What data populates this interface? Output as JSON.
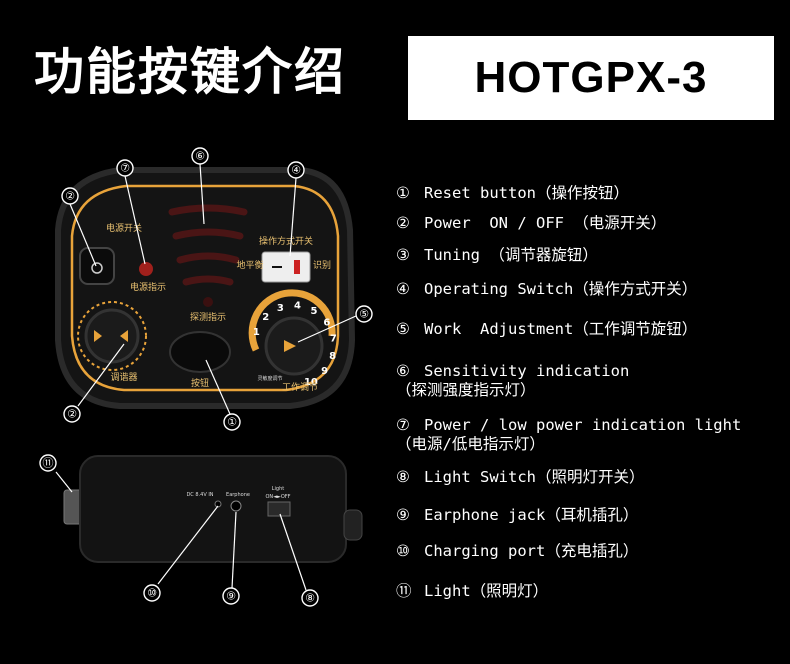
{
  "header": {
    "title": "功能按键介绍",
    "model": "HOTGPX-3"
  },
  "legend": [
    {
      "num": "①",
      "text": "Reset button（操作按钮）"
    },
    {
      "num": "②",
      "text": "Power  ON / OFF （电源开关）"
    },
    {
      "num": "③",
      "text": "Tuning （调节器旋钮）"
    },
    {
      "num": "④",
      "text": "Operating Switch（操作方式开关）"
    },
    {
      "num": "⑤",
      "text": "Work  Adjustment（工作调节旋钮）"
    },
    {
      "num": "⑥",
      "text": "Sensitivity indication\n（探测强度指示灯）"
    },
    {
      "num": "⑦",
      "text": "Power / low power indication light\n（电源/低电指示灯）"
    },
    {
      "num": "⑧",
      "text": "Light Switch（照明灯开关）"
    },
    {
      "num": "⑨",
      "text": "Earphone jack（耳机插孔）"
    },
    {
      "num": "⑩",
      "text": "Charging port（充电插孔）"
    },
    {
      "num": "⑪",
      "text": "Light（照明灯）"
    }
  ],
  "callouts": {
    "c1": "①",
    "c2a": "②",
    "c2b": "②",
    "c4": "④",
    "c5": "⑤",
    "c6": "⑥",
    "c7": "⑦",
    "c8": "⑧",
    "c9": "⑨",
    "c10": "⑩",
    "c11": "⑪"
  },
  "panel": {
    "power_switch_label": "电源开关",
    "power_indicator_label": "电源指示",
    "operating_switch_label": "操作方式开关",
    "detect_indicator_label": "探测指示",
    "tuner_label": "调谐器",
    "button_label": "按钮",
    "work_adjust_label": "工作调节",
    "left_side_label": "地平衡",
    "right_side_label": "识别",
    "sensitivity_label": "灵敏度调节",
    "dial_numbers": [
      "1",
      "2",
      "3",
      "4",
      "5",
      "6",
      "7",
      "8",
      "9",
      "10"
    ]
  },
  "handle": {
    "charge_label": "DC 8.4V IN",
    "earphone_label": "Earphone",
    "light_label": "Light",
    "light_switch_label": "ON◄►OFF"
  },
  "colors": {
    "accent": "#e8a33a",
    "panel": "#1a1a1a",
    "indicator": "#a0201c"
  }
}
